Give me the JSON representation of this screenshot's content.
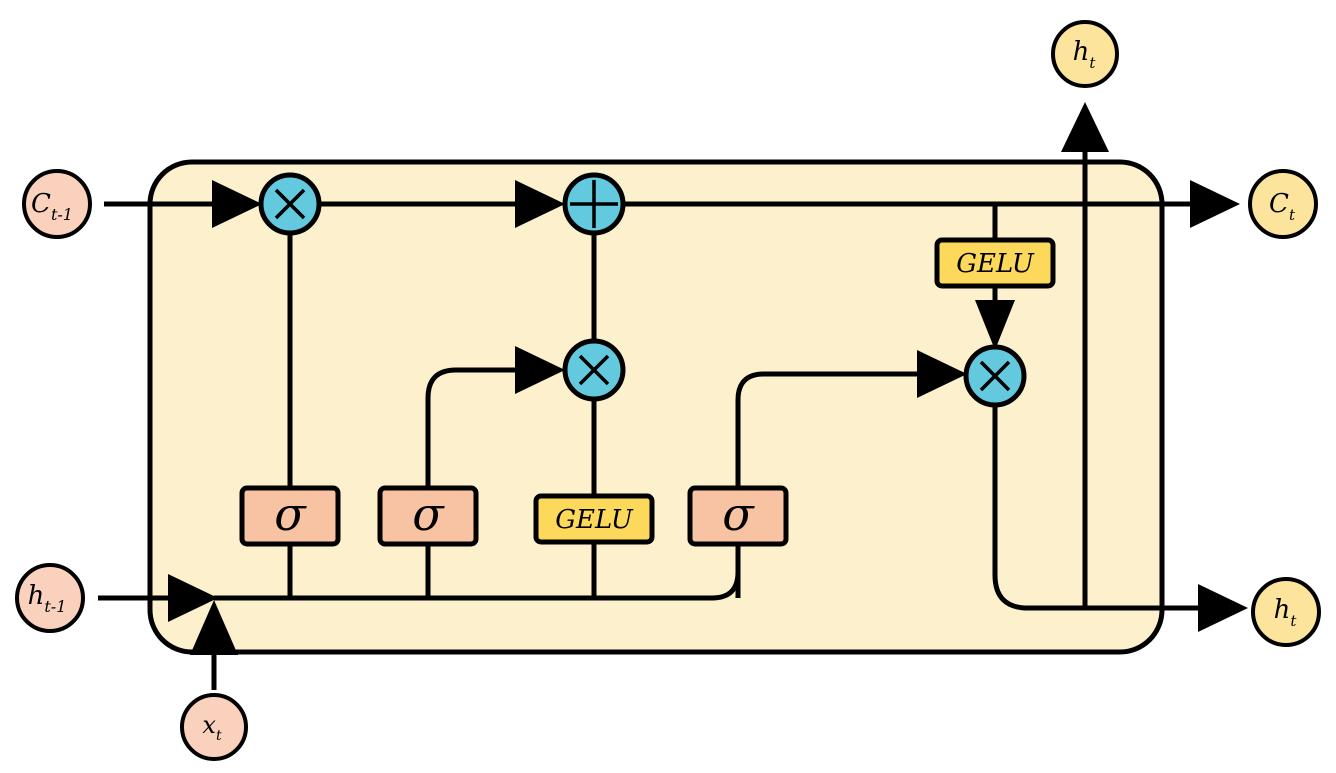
{
  "colors": {
    "cell_fill": "#FDF0CC",
    "gate_fill": "#F7C3A2",
    "gelu_fill": "#FCD95B",
    "op_fill": "#62C9DF",
    "input_fill": "#F9D1BC",
    "output_fill": "#FCE49C",
    "stroke": "#000000"
  },
  "inputs": {
    "cell_prev": {
      "base": "C",
      "sub": "t-1"
    },
    "hidden_prev": {
      "base": "h",
      "sub": "t-1"
    },
    "x": {
      "base": "x",
      "sub": "t"
    }
  },
  "outputs": {
    "cell": {
      "base": "C",
      "sub": "t"
    },
    "hidden_right": {
      "base": "h",
      "sub": "t"
    },
    "hidden_top": {
      "base": "h",
      "sub": "t"
    }
  },
  "gates": {
    "forget": "σ",
    "input": "σ",
    "candidate": "GELU",
    "output": "σ",
    "cell_activation": "GELU"
  },
  "ops": {
    "forget_multiply": "multiply-icon",
    "cell_add": "add-icon",
    "input_multiply": "multiply-icon",
    "output_multiply": "multiply-icon"
  }
}
